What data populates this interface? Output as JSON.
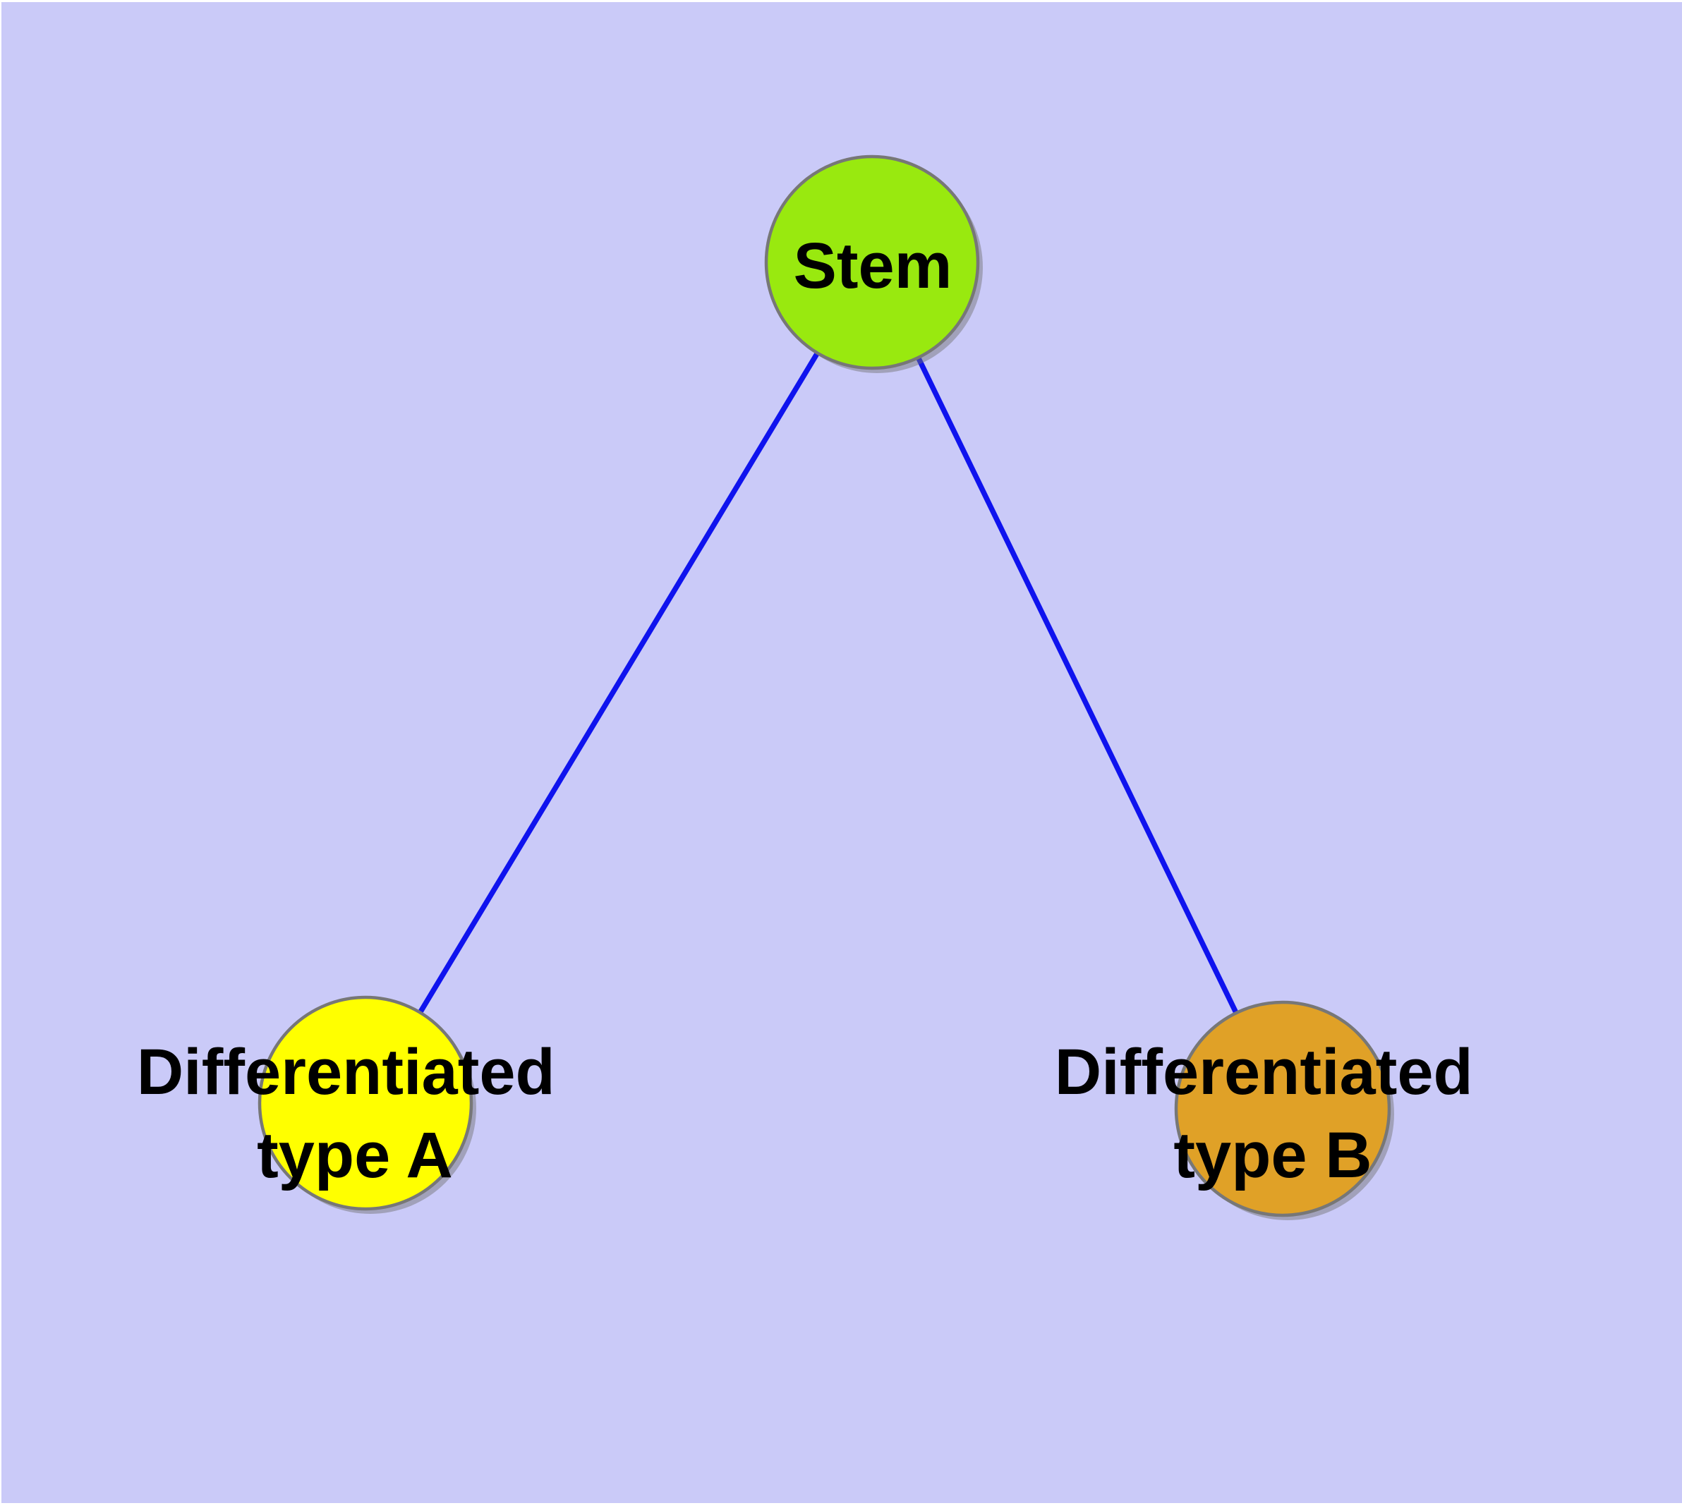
{
  "canvas": {
    "background_color": "#CACAF8",
    "margin_color": "#FFFFFF",
    "node_border_color": "#777777",
    "edge_color": "#0F13EE",
    "text_color": "#000000",
    "shadow_color": "rgba(110,110,110,0.45)"
  },
  "nodes": {
    "stem": {
      "label": "Stem",
      "fill": "#99E90F"
    },
    "type_a": {
      "label_line1": "Differentiated",
      "label_line2": "type A",
      "fill": "#FFFF00"
    },
    "type_b": {
      "label_line1": "Differentiated",
      "label_line2": "type B",
      "fill": "#E0A127"
    }
  },
  "edges": [
    {
      "from": "Stem",
      "to": "Differentiated type A"
    },
    {
      "from": "Stem",
      "to": "Differentiated type B"
    }
  ]
}
